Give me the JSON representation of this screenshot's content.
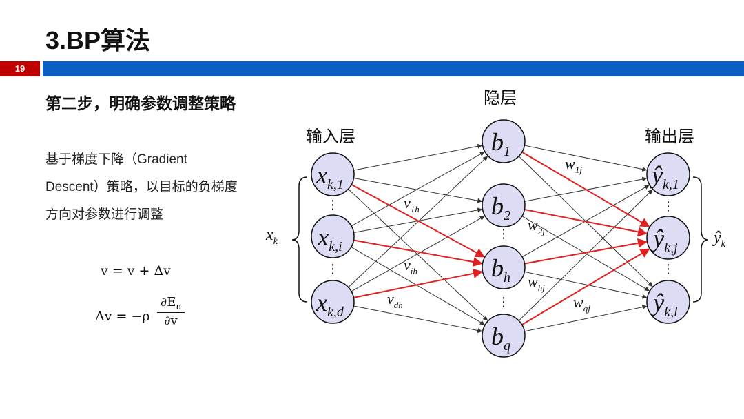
{
  "title": "3.BP算法",
  "page_number": "19",
  "subtitle": "第二步，明确参数调整策略",
  "description": "基于梯度下降（Gradient Descent）策略，以目标的负梯度方向对参数进行调整",
  "formula_update": "v = v + Δv",
  "formula_delta_lhs": "Δv = −ρ",
  "formula_numerator": "∂E",
  "formula_numerator_sub": "n",
  "formula_denominator": "∂v",
  "diagram": {
    "input_layer_label": "输入层",
    "hidden_layer_label": "隐层",
    "output_layer_label": "输出层",
    "input_group_label": "x",
    "input_group_sub": "k",
    "output_group_label": "ŷ",
    "output_group_sub": "k",
    "dots": "⋮",
    "input_nodes": [
      {
        "main": "x",
        "sub": "k,1"
      },
      {
        "main": "x",
        "sub": "k,i"
      },
      {
        "main": "x",
        "sub": "k,d"
      }
    ],
    "hidden_nodes": [
      {
        "main": "b",
        "sub": "1"
      },
      {
        "main": "b",
        "sub": "2"
      },
      {
        "main": "b",
        "sub": "h"
      },
      {
        "main": "b",
        "sub": "q"
      }
    ],
    "output_nodes": [
      {
        "main": "ŷ",
        "sub": "k,1"
      },
      {
        "main": "ŷ",
        "sub": "k,j"
      },
      {
        "main": "ŷ",
        "sub": "k,l"
      }
    ],
    "weight_labels": [
      {
        "main": "v",
        "sub": "1h"
      },
      {
        "main": "v",
        "sub": "ih"
      },
      {
        "main": "v",
        "sub": "dh"
      },
      {
        "main": "w",
        "sub": "1j"
      },
      {
        "main": "w",
        "sub": "2j"
      },
      {
        "main": "w",
        "sub": "hj"
      },
      {
        "main": "w",
        "sub": "qj"
      }
    ],
    "colors": {
      "highlight": "#e02020",
      "edge": "#333333",
      "node_fill": "#dcdcf4",
      "node_stroke": "#111111"
    }
  }
}
